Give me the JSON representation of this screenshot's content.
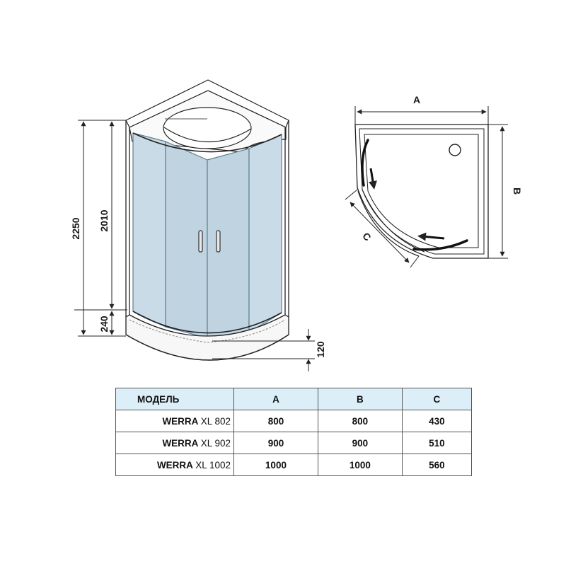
{
  "front_view": {
    "dimensions": {
      "total_height": "2250",
      "cabin_height": "2010",
      "tray_height": "240",
      "tray_depth": "120"
    }
  },
  "top_view": {
    "labels": {
      "a": "A",
      "b": "B",
      "c": "C"
    }
  },
  "spec_table": {
    "headers": [
      "МОДЕЛЬ",
      "A",
      "B",
      "C"
    ],
    "rows": [
      {
        "model_brand": "WERRA",
        "model_series": "XL 802",
        "a": "800",
        "b": "800",
        "c": "430"
      },
      {
        "model_brand": "WERRA",
        "model_series": "XL 902",
        "a": "900",
        "b": "900",
        "c": "510"
      },
      {
        "model_brand": "WERRA",
        "model_series": "XL 1002",
        "a": "1000",
        "b": "1000",
        "c": "560"
      }
    ]
  },
  "colors": {
    "glass": "#c9dbe6",
    "glass_edge": "#7fa3b8",
    "line": "#222222",
    "table_header": "#dceef7"
  }
}
